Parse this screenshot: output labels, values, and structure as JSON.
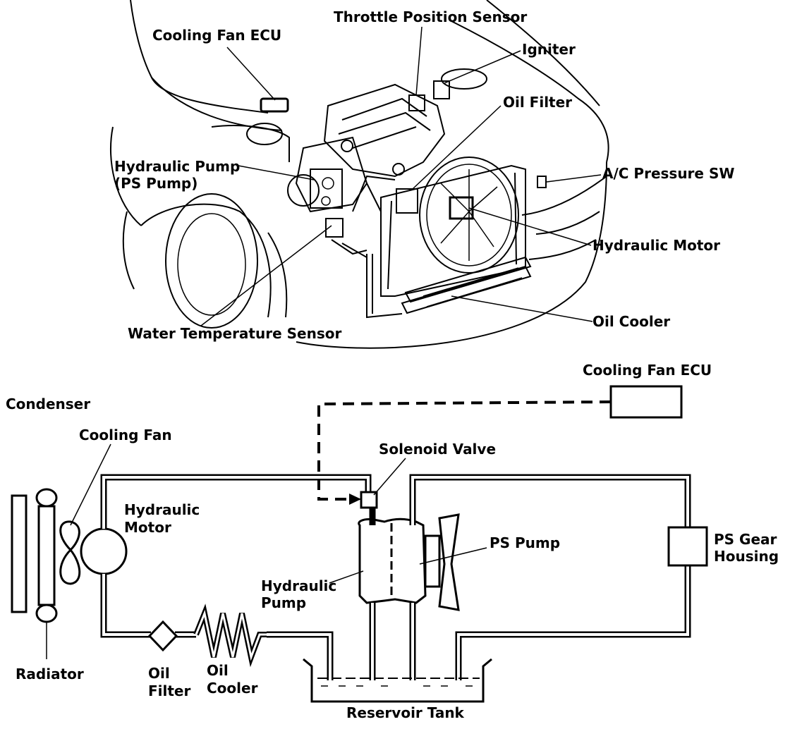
{
  "engine_view": {
    "labels": {
      "cooling_fan_ecu": "Cooling Fan ECU",
      "throttle_position_sensor": "Throttle Position Sensor",
      "igniter": "Igniter",
      "oil_filter": "Oil Filter",
      "hydraulic_pump_line1": "Hydraulic Pump",
      "hydraulic_pump_line2": "(PS Pump)",
      "ac_pressure_sw": "A/C Pressure SW",
      "hydraulic_motor": "Hydraulic Motor",
      "oil_cooler": "Oil Cooler",
      "water_temperature_sensor": "Water Temperature Sensor"
    }
  },
  "schematic": {
    "labels": {
      "cooling_fan_ecu": "Cooling Fan ECU",
      "condenser": "Condenser",
      "cooling_fan": "Cooling Fan",
      "solenoid_valve": "Solenoid Valve",
      "hydraulic_motor_line1": "Hydraulic",
      "hydraulic_motor_line2": "Motor",
      "ps_pump": "PS Pump",
      "ps_gear_housing_line1": "PS Gear",
      "ps_gear_housing_line2": "Housing",
      "hydraulic_pump_line1": "Hydraulic",
      "hydraulic_pump_line2": "Pump",
      "radiator": "Radiator",
      "oil_filter_line1": "Oil",
      "oil_filter_line2": "Filter",
      "oil_cooler_line1": "Oil",
      "oil_cooler_line2": "Cooler",
      "reservoir_tank": "Reservoir Tank"
    }
  }
}
